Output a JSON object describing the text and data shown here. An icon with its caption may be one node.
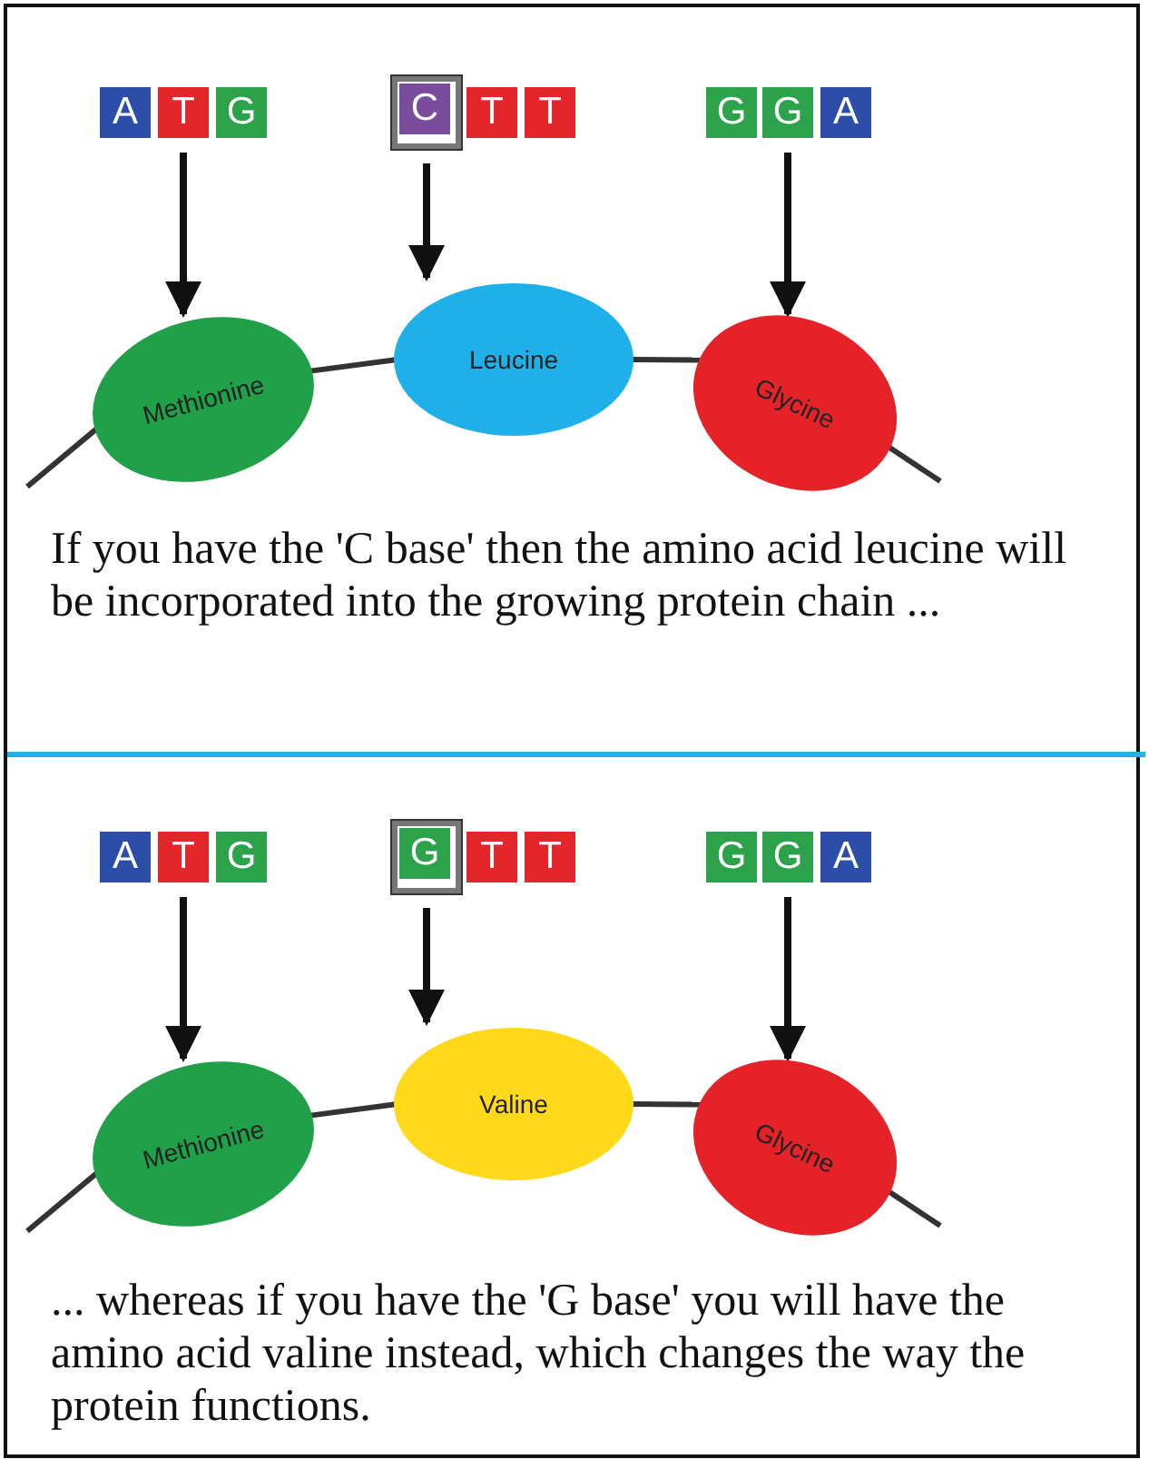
{
  "diagram": {
    "nodes": [
      {
        "text": [
          "A"
        ]
      },
      {
        "text": [
          "T"
        ]
      },
      {
        "text": [
          "G"
        ]
      },
      {
        "text": [],
        "shape": "box"
      },
      {
        "text": [
          "C"
        ],
        "in": 3
      },
      {
        "text": [
          "T"
        ]
      },
      {
        "text": [
          "T"
        ]
      },
      {
        "text": [
          "G"
        ]
      },
      {
        "text": [
          "G"
        ]
      },
      {
        "text": [
          "A"
        ]
      },
      {
        "text": [
          "Methionine"
        ]
      },
      {
        "text": [
          "Leucine"
        ]
      },
      {
        "text": [
          "Glycine"
        ]
      },
      {
        "text": [
          "A"
        ]
      },
      {
        "text": [
          "T"
        ]
      },
      {
        "text": [
          "G"
        ]
      },
      {
        "text": [],
        "shape": "box"
      },
      {
        "text": [
          "G"
        ],
        "in": 16
      },
      {
        "text": [
          "T"
        ]
      },
      {
        "text": [
          "T"
        ]
      },
      {
        "text": [
          "G"
        ]
      },
      {
        "text": [
          "G"
        ]
      },
      {
        "text": [
          "A"
        ]
      },
      {
        "text": [
          "Methionine"
        ]
      },
      {
        "text": [
          "Valine"
        ]
      },
      {
        "text": [
          "Glycine"
        ]
      }
    ],
    "edges": [
      {
        "from": 1,
        "to": 10,
        "arrow": "to"
      },
      {
        "from": 3,
        "to": 11,
        "arrow": "to"
      },
      {
        "from": 8,
        "to": 12,
        "arrow": "to"
      },
      {
        "from": null,
        "to": 10,
        "arrow": "none"
      },
      {
        "from": 10,
        "to": 11,
        "arrow": "none"
      },
      {
        "from": 11,
        "to": 12,
        "arrow": "none"
      },
      {
        "from": 12,
        "to": null,
        "arrow": "none"
      },
      {
        "from": 14,
        "to": 23,
        "arrow": "to"
      },
      {
        "from": 16,
        "to": 24,
        "arrow": "to"
      },
      {
        "from": 21,
        "to": 25,
        "arrow": "to"
      },
      {
        "from": null,
        "to": 23,
        "arrow": "none"
      },
      {
        "from": 23,
        "to": 24,
        "arrow": "none"
      },
      {
        "from": 24,
        "to": 25,
        "arrow": "none"
      },
      {
        "from": 25,
        "to": null,
        "arrow": "none"
      }
    ],
    "labels": [
      "If you have the 'C base' then the amino acid leucine will be incorporated into the growing protein chain ...",
      "... whereas if you have the 'G base' you will have the amino acid valine instead, which changes the way the protein functions."
    ]
  }
}
